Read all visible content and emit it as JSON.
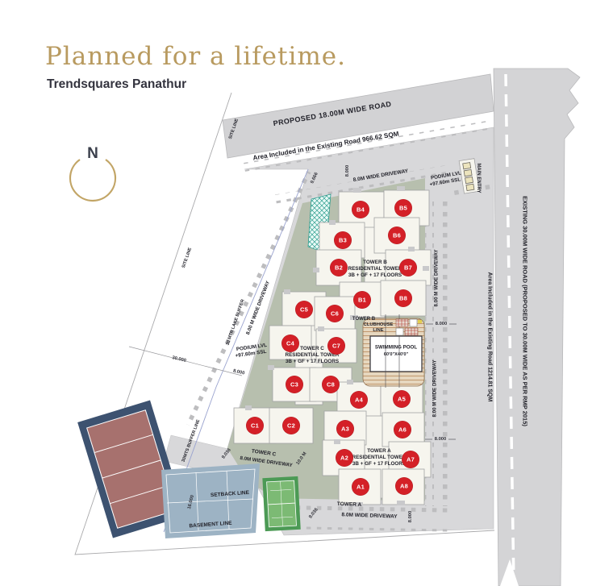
{
  "header": {
    "tagline": "Planned for a lifetime.",
    "project": "Trendsquares Panathur"
  },
  "compass": {
    "n": "N"
  },
  "roads": {
    "top_name": "PROPOSED 18.00M WIDE ROAD",
    "top_note": "Area Included in the Existing Road 966.62 SQM",
    "right_name": "EXISTING 30.00M WIDE ROAD (PROPOSED TO 30.00M WIDE AS PER RMP 2015)",
    "right_note": "Area Included in the Existing Road 1214.81 SQM",
    "main_entry": "MAIN ENTRY"
  },
  "boundaries": {
    "site_line": "SITE LINE",
    "lake_buffer": "30 MTR LAKE BUFFER",
    "buffer_line": "30MTS BUFFER LINE",
    "setback_line": "SETBACK LINE",
    "basement_line": "BASEMENT LINE"
  },
  "podium": {
    "lvl": "PODIUM LVL",
    "ssl": "+97.60m SSL"
  },
  "driveways": {
    "w8_0": "8.0M WIDE DRIVEWAY",
    "w8_00": "8.00 M WIDE DRIVEWAY",
    "tower_c_label": "TOWER C",
    "tower_a_label": "TOWER A",
    "tower_b_label": "TOWER B"
  },
  "towers": {
    "b": {
      "name": "TOWER B",
      "type": "RESIDENTIAL TOWER",
      "floors": "3B + GF + 17 FLOORS",
      "units": [
        "B4",
        "B5",
        "B3",
        "B6",
        "B2",
        "B7",
        "B1",
        "B8"
      ]
    },
    "c": {
      "name": "TOWER C",
      "type": "RESIDENTIAL TOWER",
      "floors": "3B + GF + 17 FLOORS",
      "units": [
        "C5",
        "C6",
        "C4",
        "C7",
        "C3",
        "C8",
        "C1",
        "C2"
      ]
    },
    "a": {
      "name": "TOWER A",
      "type": "RESIDENTIAL TOWER",
      "floors": "3B + GF + 17 FLOORS",
      "units": [
        "A4",
        "A5",
        "A3",
        "A6",
        "A2",
        "A7",
        "A1",
        "A8"
      ]
    }
  },
  "amenities": {
    "clubhouse_l1": "CLUBHOUSE",
    "clubhouse_l2": "LINE",
    "pool_l1": "SWIMMING POOL",
    "pool_l2": "60'0\"X40'0\""
  },
  "dimensions": {
    "d9666": "9.666",
    "d8000": "8.000",
    "d30000": "30.000",
    "d10m": "10.0 M",
    "d16000": "16.000",
    "d9036": "9.036"
  },
  "colors": {
    "accent_gold": "#b89a5f",
    "badge_red": "#d42027",
    "podium_green": "#b7bfae",
    "road_gray": "#d2d2d4",
    "court_navy": "#3d5270",
    "court_brick": "#a7716e",
    "court_green": "#4c9a55",
    "setback_blue": "#9db3c4"
  }
}
